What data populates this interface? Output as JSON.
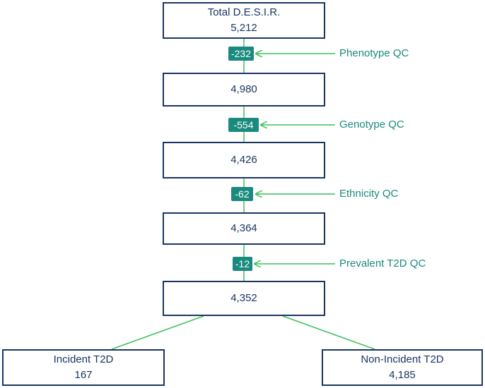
{
  "flow": {
    "top": {
      "title": "Total D.E.S.I.R.",
      "count": "5,212"
    },
    "steps": [
      {
        "removed": "-232",
        "qc_label": "Phenotype QC",
        "remaining": "4,980"
      },
      {
        "removed": "-554",
        "qc_label": "Genotype QC",
        "remaining": "4,426"
      },
      {
        "removed": "-62",
        "qc_label": "Ethnicity QC",
        "remaining": "4,364"
      },
      {
        "removed": "-12",
        "qc_label": "Prevalent T2D QC",
        "remaining": "4,352"
      }
    ],
    "outcomes": {
      "left": {
        "title": "Incident T2D",
        "count": "167"
      },
      "right": {
        "title": "Non-Incident T2D",
        "count": "4,185"
      }
    }
  },
  "colors": {
    "box_border": "#1b3563",
    "box_text": "#1b3563",
    "badge_fill": "#1a8a7e",
    "qc_text": "#1a8a7e",
    "connector": "#3cc05a"
  }
}
